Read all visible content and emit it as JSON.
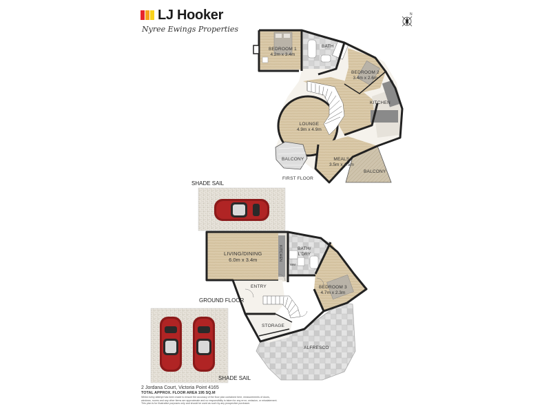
{
  "brand": {
    "name": "LJ Hooker",
    "tagline": "Nyree Ewings Properties",
    "colors": [
      "#e8262b",
      "#f5a21b",
      "#f8d21c"
    ]
  },
  "compass": {
    "label": "N",
    "icon": "north-arrow-icon"
  },
  "first_floor": {
    "title": "FIRST FLOOR",
    "rooms": [
      {
        "name": "BEDROOM 1",
        "dims": "4.2m x 3.4m"
      },
      {
        "name": "BATH",
        "dims": ""
      },
      {
        "name": "BEDROOM 2",
        "dims": "3.4m x 2.6m"
      },
      {
        "name": "KITCHEN",
        "dims": ""
      },
      {
        "name": "LOUNGE",
        "dims": "4.9m x 4.9m"
      },
      {
        "name": "BALCONY",
        "dims": ""
      },
      {
        "name": "MEALS",
        "dims": "3.5m x 4.5m"
      },
      {
        "name": "BALCONY",
        "dims": ""
      }
    ]
  },
  "site": {
    "shade_sail_top": "SHADE SAIL",
    "shade_sail_bottom": "SHADE SAIL",
    "ground_floor": "GROUND FLOOR"
  },
  "ground_floor": {
    "rooms": [
      {
        "name": "LIVING/DINING",
        "dims": "6.0m x 3.4m"
      },
      {
        "name": "KITCHEN",
        "dims": ""
      },
      {
        "name": "BATH/",
        "dims": "L'DRY"
      },
      {
        "name": "WM",
        "dims": ""
      },
      {
        "name": "ENTRY",
        "dims": ""
      },
      {
        "name": "BEDROOM 3",
        "dims": "4.7m x 2.3m"
      },
      {
        "name": "STORAGE",
        "dims": ""
      },
      {
        "name": "ALFRESCO",
        "dims": ""
      }
    ]
  },
  "footer": {
    "address": "2 Jordana Court, Victoria Point 4165",
    "area": "TOTAL APPROX. FLOOR AREA 195 SQ.M",
    "disclaimer_1": "Whilst every attempt has been made to ensure the accuracy of the floor plan contained here, measurements of doors,",
    "disclaimer_2": "windows, rooms and any other items are approximate and no responsibility is taken for any error, omission, or misstatement.",
    "disclaimer_3": "This plan is for illustrative purposes only and should be used as such by any prospective purchaser."
  }
}
